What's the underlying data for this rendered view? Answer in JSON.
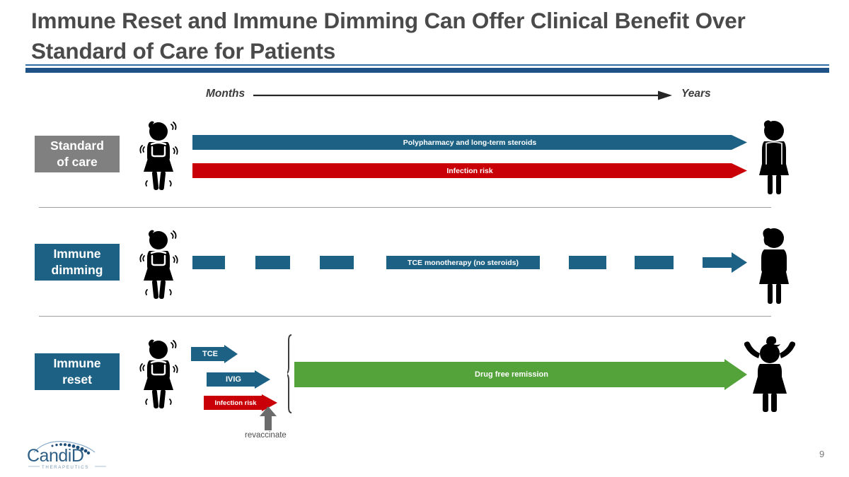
{
  "slide": {
    "title": "Immune Reset and Immune Dimming Can Offer Clinical Benefit Over Standard of Care for Patients",
    "page_number": "9",
    "accent_color_thin": "#2e6ca4",
    "accent_color_thick": "#1f5387"
  },
  "timeline": {
    "start_label": "Months",
    "end_label": "Years"
  },
  "rows": [
    {
      "id": "standard-of-care",
      "label_line1": "Standard",
      "label_line2": "of care",
      "label_color": "#808080",
      "start_figure": "sick-patient-icon",
      "end_figure": "still-ill-patient-icon",
      "bars": [
        {
          "text": "Polypharmacy and long-term steroids",
          "color": "#1d6285"
        },
        {
          "text": "Infection risk",
          "color": "#c90007"
        }
      ]
    },
    {
      "id": "immune-dimming",
      "label_line1": "Immune",
      "label_line2": "dimming",
      "label_color": "#1d6285",
      "start_figure": "sick-patient-icon",
      "end_figure": "recovered-patient-icon",
      "segment_color": "#1d6285",
      "segment_label": "TCE monotherapy (no steroids)",
      "segments": 6
    },
    {
      "id": "immune-reset",
      "label_line1": "Immune",
      "label_line2": "reset",
      "label_color": "#1d6285",
      "start_figure": "sick-patient-icon",
      "end_figure": "celebrating-patient-icon",
      "bars": [
        {
          "text": "TCE",
          "color": "#1d6285"
        },
        {
          "text": "IVIG",
          "color": "#1d6285"
        },
        {
          "text": "Infection risk",
          "color": "#c90007"
        }
      ],
      "outcome_bar": {
        "text": "Drug free remission",
        "color": "#54a33a"
      },
      "revaccinate_label": "revaccinate",
      "revaccinate_color": "#6b6b6b"
    }
  ],
  "logo": {
    "name": "CandiD",
    "tagline": "THERAPEUTICS"
  }
}
